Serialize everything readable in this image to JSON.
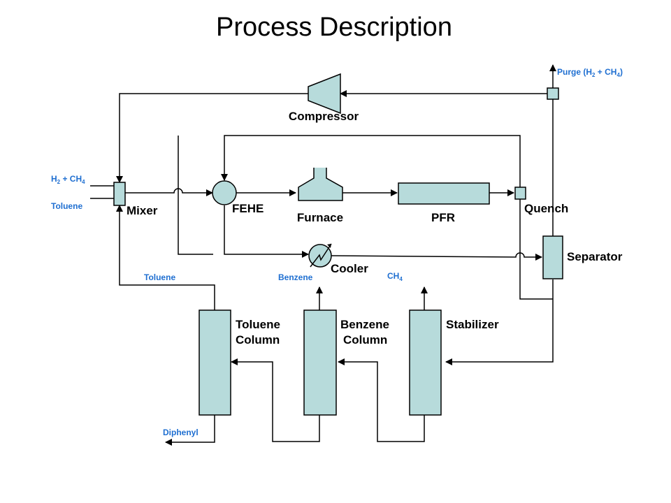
{
  "title": "Process Description",
  "colors": {
    "equipment_fill": "#b7dbdb",
    "stream_text": "#1f6fd1",
    "line": "#000000"
  },
  "units": {
    "compressor": "Compressor",
    "mixer": "Mixer",
    "fehe": "FEHE",
    "furnace": "Furnace",
    "pfr": "PFR",
    "quench": "Quench",
    "separator": "Separator",
    "cooler": "Cooler",
    "toluene_column_1": "Toluene",
    "toluene_column_2": "Column",
    "benzene_column_1": "Benzene",
    "benzene_column_2": "Column",
    "stabilizer": "Stabilizer"
  },
  "streams": {
    "purge_prefix": "Purge (H",
    "purge_sub1": "2",
    "purge_mid": " + CH",
    "purge_sub2": "4",
    "purge_suffix": ")",
    "feed_h2": "H",
    "feed_h2_sub": "2",
    "feed_ch4": " + CH",
    "feed_ch4_sub": "4",
    "feed_toluene": "Toluene",
    "toluene_recycle": "Toluene",
    "benzene_product": "Benzene",
    "ch4_offgas": "CH",
    "ch4_offgas_sub": "4",
    "diphenyl": "Diphenyl"
  }
}
